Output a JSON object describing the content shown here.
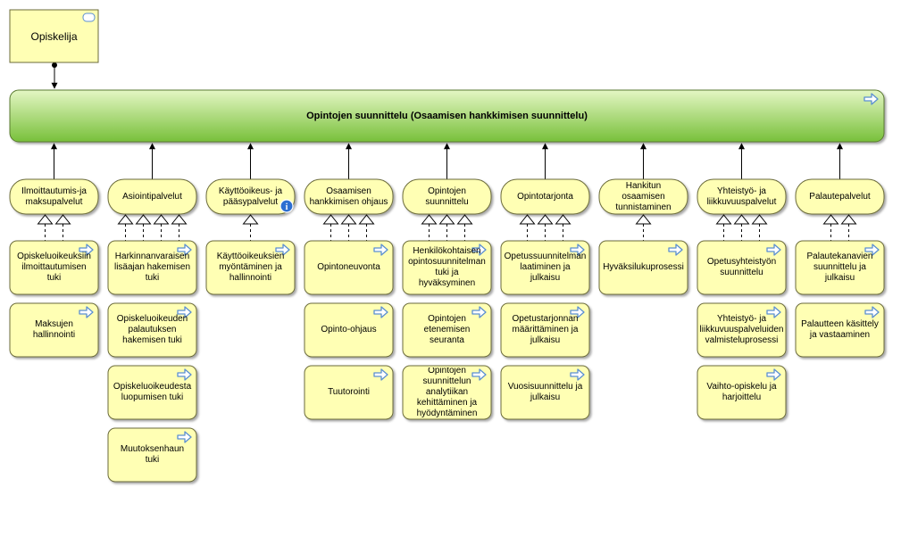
{
  "role": {
    "label": "Opiskelija"
  },
  "process": {
    "label": "Opintojen suunnittelu (Osaamisen hankkimisen suunnittelu)"
  },
  "columns": [
    {
      "function": "Ilmoittautumis-ja\nmaksupalvelut",
      "services": [
        "Opiskeluoikeuksiin\nilmoittautumisen\ntuki",
        "Maksujen\nhallinnointi"
      ]
    },
    {
      "function": "Asiointipalvelut",
      "services": [
        "Harkinnanvaraisen\nlisäajan hakemisen\ntuki",
        "Opiskeluoikeuden\npalautuksen\nhakemisen tuki",
        "Opiskeluoikeudesta\nluopumisen tuki",
        "Muutoksenhaun\ntuki"
      ]
    },
    {
      "function": "Käyttöoikeus- ja\npääsypalvelut",
      "services": [
        "Käyttöoikeuksien\nmyöntäminen ja\nhallinnointi"
      ]
    },
    {
      "function": "Osaamisen\nhankkimisen ohjaus",
      "services": [
        "Opintoneuvonta",
        "Opinto-ohjaus",
        "Tuutorointi"
      ]
    },
    {
      "function": "Opintojen\nsuunnittelu",
      "services": [
        "Henkilökohtaisen\nopintosuunnitelman\ntuki ja\nhyväksyminen",
        "Opintojen\netenemisen\nseuranta",
        "Opintojen\nsuunnittelun\nanalytiikan\nkehittäminen ja\nhyödyntäminen"
      ]
    },
    {
      "function": "Opintotarjonta",
      "services": [
        "Opetussuunnitelman\nlaatiminen ja\njulkaisu",
        "Opetustarjonnan\nmäärittäminen ja\njulkaisu",
        "Vuosisuunnittelu ja\njulkaisu"
      ]
    },
    {
      "function": "Hankitun\nosaamisen\ntunnistaminen",
      "services": [
        "Hyväksilukuprosessi"
      ]
    },
    {
      "function": "Yhteistyö- ja\nliikkuvuuspalvelut",
      "services": [
        "Opetusyhteistyön\nsuunnittelu",
        "Yhteistyö- ja\nliikkuvuuspalveluiden\nvalmisteluprosessi",
        "Vaihto-opiskelu ja\nharjoittelu"
      ]
    },
    {
      "function": "Palautepalvelut",
      "services": [
        "Palautekanavien\nsuunnittelu ja\njulkaisu",
        "Palautteen käsittely\nja vastaaminen"
      ]
    }
  ],
  "colors": {
    "service_fill": "#ffffb4",
    "service_stroke": "#6b6b3a",
    "process_fill_top": "#d6f0a8",
    "process_fill_bottom": "#7cc23c",
    "process_stroke": "#5a7a30",
    "arrow_icon": "#5b8fd0",
    "info_icon": "#2d6fd1"
  },
  "icons": {
    "role": "actor-icon",
    "service": "service-arrow-icon",
    "process": "process-arrow-icon",
    "info": "info-icon"
  }
}
